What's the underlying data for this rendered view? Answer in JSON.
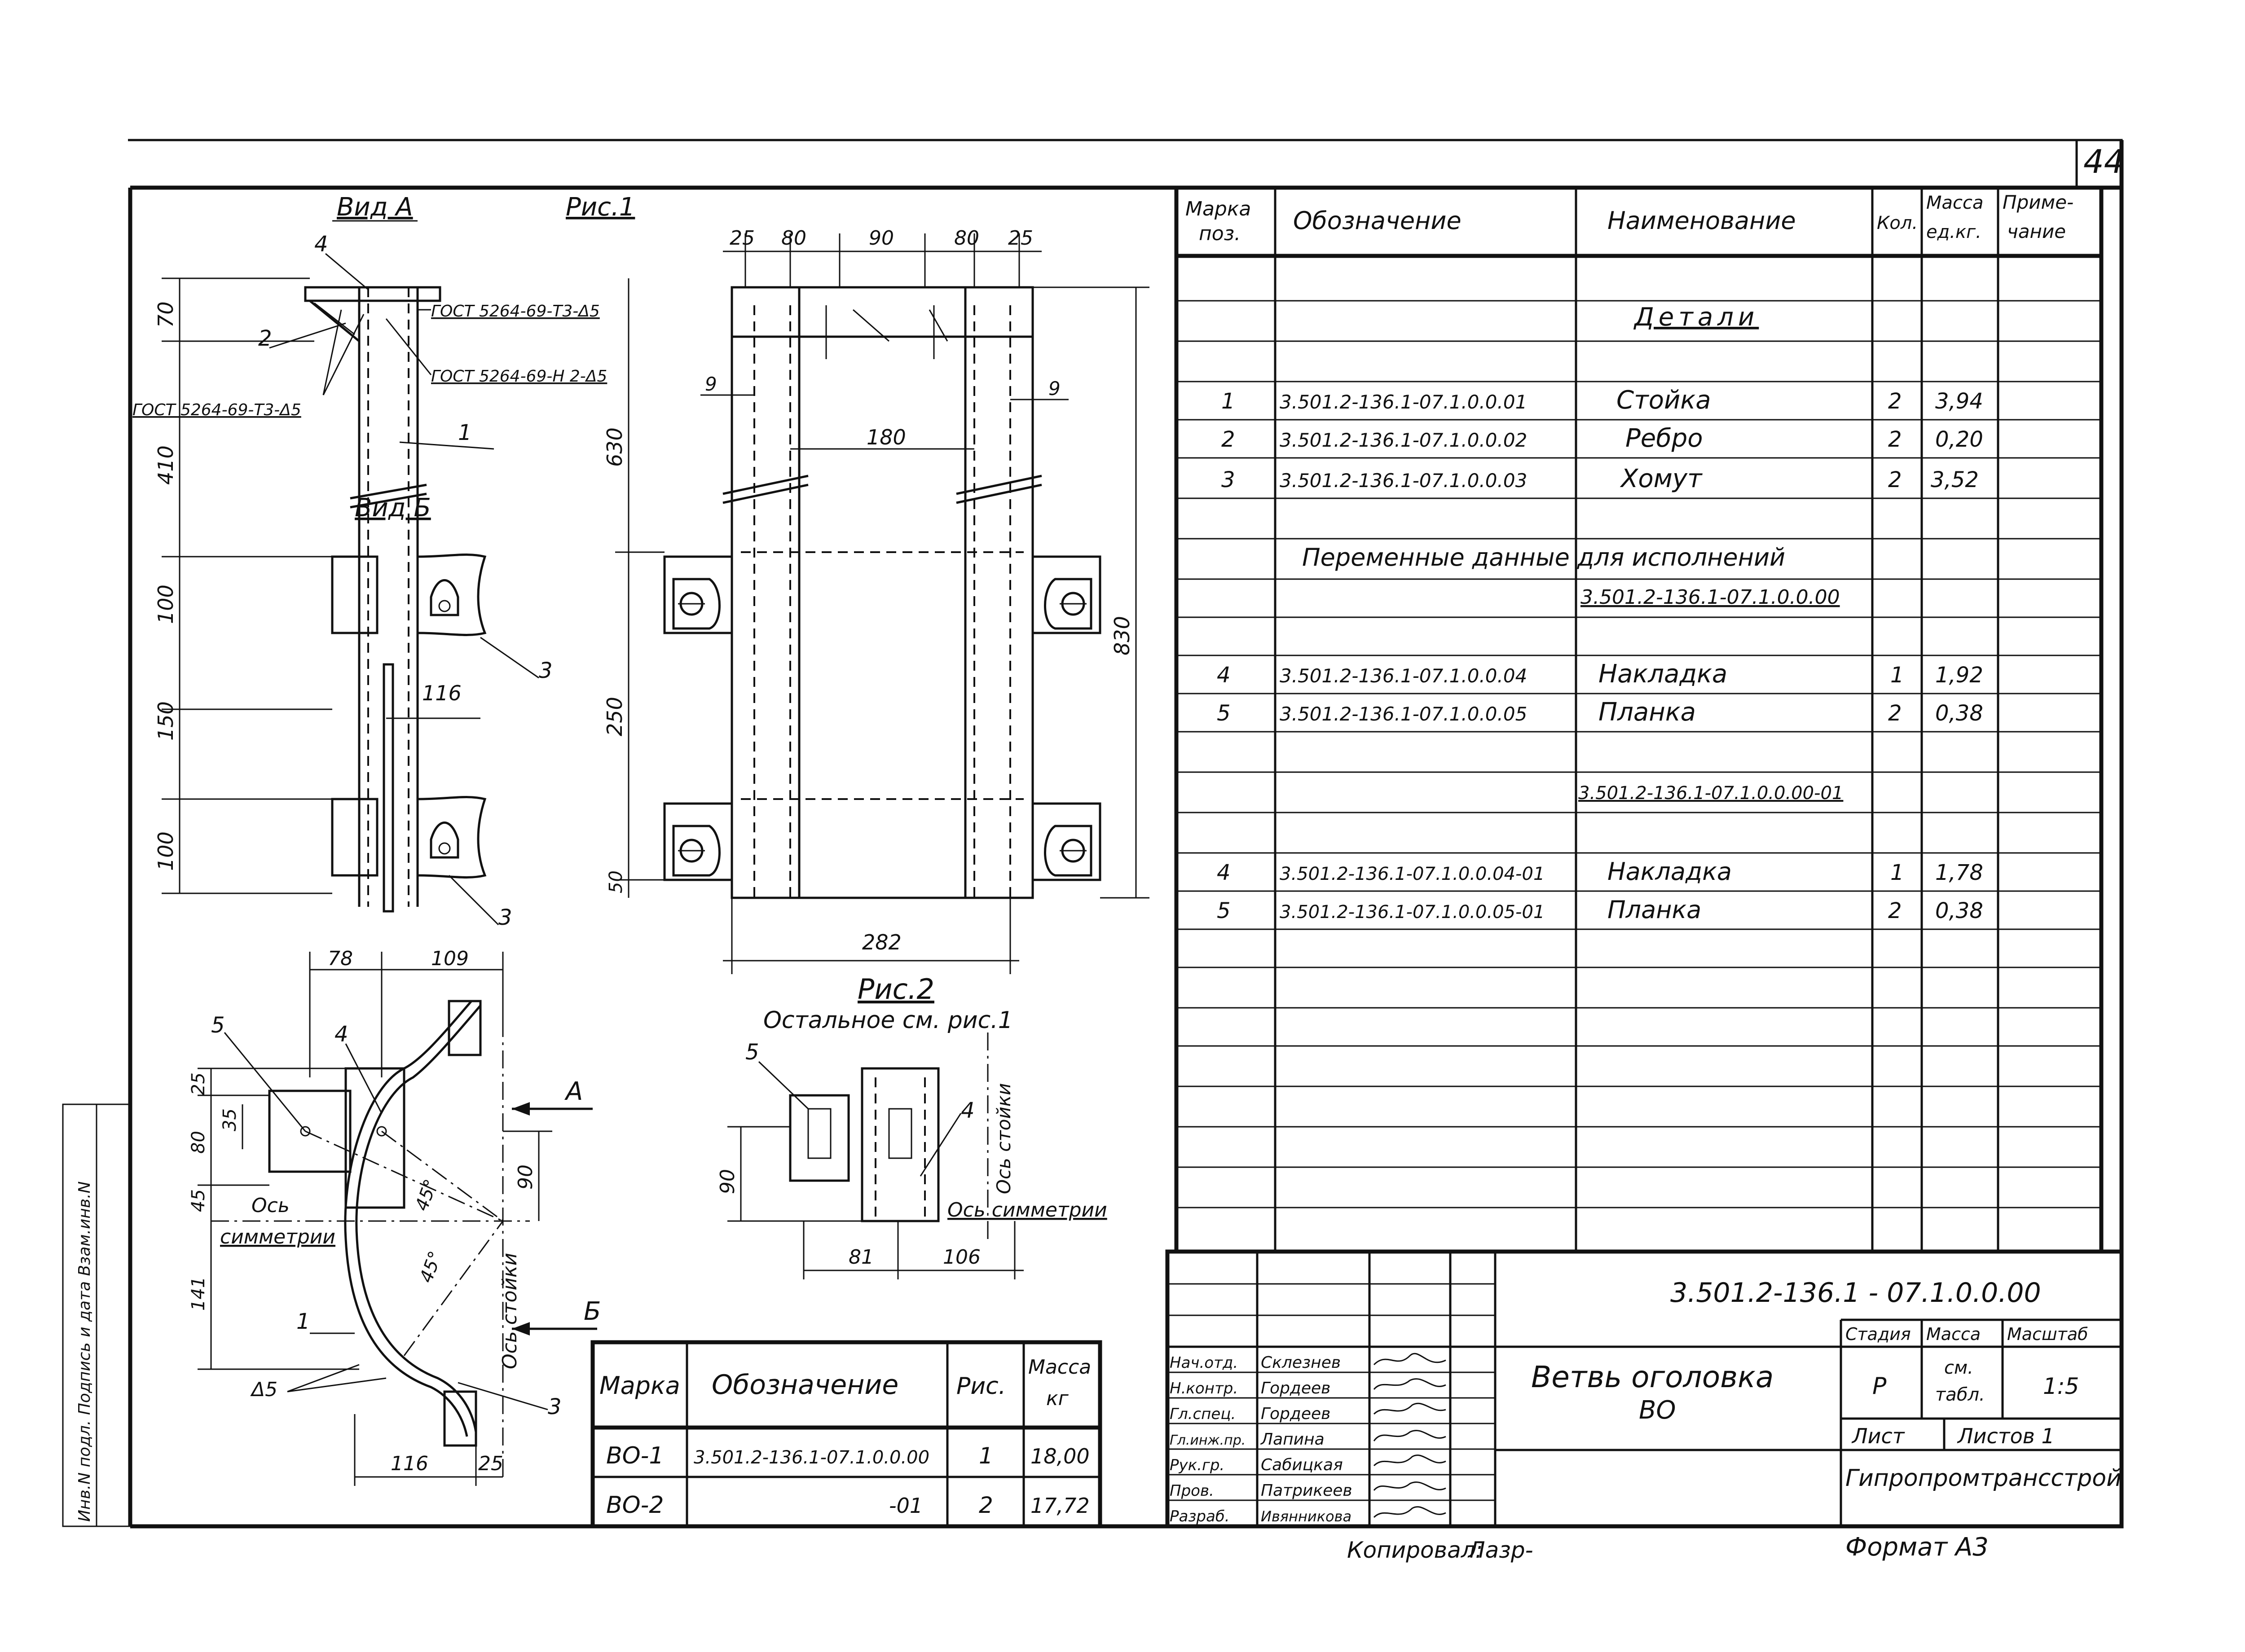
{
  "sheet_number": "44",
  "views": {
    "view_a": "Вид А",
    "view_b": "Вид Б",
    "fig1": "Рис.1",
    "fig2": "Рис.2",
    "fig2_note": "Остальное см. рис.1"
  },
  "weld_notes": [
    "ГОСТ 5264-69-Т3-Δ5",
    "ГОСТ 5264-69-Н 2-Δ5",
    "ГОСТ 5264-69-Т3-Δ5"
  ],
  "axis_labels": {
    "column_axis": "Ось стойки",
    "symmetry_axis": "Ось симметрии",
    "symmetry_axis_left": [
      "Ось",
      "симметрии"
    ]
  },
  "arrows": {
    "a": "А",
    "b": "Б"
  },
  "angles": [
    "45°",
    "45°"
  ],
  "weld_symbol": "Δ5",
  "positions": [
    "1",
    "2",
    "3",
    "4",
    "5"
  ],
  "dims": {
    "view_a_left": [
      "70",
      "410",
      "100",
      "150",
      "100"
    ],
    "view_a_116": "116",
    "fig1_top": [
      "25",
      "80",
      "90",
      "80",
      "25"
    ],
    "fig1_left": [
      "630",
      "250",
      "50"
    ],
    "fig1_right": "830",
    "fig1_9": "9",
    "fig1_180": "180",
    "fig1_282": "282",
    "section_top": [
      "78",
      "109"
    ],
    "section_left": [
      "25",
      "80",
      "35",
      "45",
      "141"
    ],
    "section_right": "90",
    "section_bottom": [
      "116",
      "25"
    ],
    "fig2_left": "90",
    "fig2_bottom": [
      "81",
      "106"
    ]
  },
  "spec_table": {
    "headers": [
      "Марка поз.",
      "Обозначение",
      "Наименование",
      "Кол.",
      "Масса ед.кг.",
      "Приме-чание"
    ],
    "section_details": "Детали",
    "rows_details": [
      {
        "pos": "1",
        "code": "3.501.2-136.1-07.1.0.0.01",
        "name": "Стойка",
        "qty": "2",
        "mass": "3,94"
      },
      {
        "pos": "2",
        "code": "3.501.2-136.1-07.1.0.0.02",
        "name": "Ребро",
        "qty": "2",
        "mass": "0,20"
      },
      {
        "pos": "3",
        "code": "3.501.2-136.1-07.1.0.0.03",
        "name": "Хомут",
        "qty": "2",
        "mass": "3,52"
      }
    ],
    "variable_title": "Переменные данные для исполнений",
    "variant1_code": "3.501.2-136.1-07.1.0.0.00",
    "rows_variant1": [
      {
        "pos": "4",
        "code": "3.501.2-136.1-07.1.0.0.04",
        "name": "Накладка",
        "qty": "1",
        "mass": "1,92"
      },
      {
        "pos": "5",
        "code": "3.501.2-136.1-07.1.0.0.05",
        "name": "Планка",
        "qty": "2",
        "mass": "0,38"
      }
    ],
    "variant2_code": "3.501.2-136.1-07.1.0.0.00-01",
    "rows_variant2": [
      {
        "pos": "4",
        "code": "3.501.2-136.1-07.1.0.0.04-01",
        "name": "Накладка",
        "qty": "1",
        "mass": "1,78"
      },
      {
        "pos": "5",
        "code": "3.501.2-136.1-07.1.0.0.05-01",
        "name": "Планка",
        "qty": "2",
        "mass": "0,38"
      }
    ]
  },
  "mark_table": {
    "headers": [
      "Марка",
      "Обозначение",
      "Рис.",
      "Масса кг"
    ],
    "rows": [
      {
        "mark": "ВО-1",
        "code": "3.501.2-136.1-07.1.0.0.00",
        "fig": "1",
        "mass": "18,00"
      },
      {
        "mark": "ВО-2",
        "code": "-01",
        "fig": "2",
        "mass": "17,72"
      }
    ]
  },
  "title_block": {
    "doc_code": "3.501.2-136.1 - 07.1.0.0.00",
    "title_line1": "Ветвь оголовка",
    "title_line2": "ВО",
    "stage_hdr": "Стадия",
    "mass_hdr": "Масса",
    "scale_hdr": "Масштаб",
    "stage": "Р",
    "mass_line1": "см.",
    "mass_line2": "табл.",
    "scale": "1:5",
    "sheet_label": "Лист",
    "sheets_label": "Листов 1",
    "org": "Гипропромтрансстрой",
    "signatures": [
      {
        "role": "Нач.отд.",
        "name": "Склезнев"
      },
      {
        "role": "Н.контр.",
        "name": "Гордеев"
      },
      {
        "role": "Гл.спец.",
        "name": "Гордеев"
      },
      {
        "role": "Гл.инж.пр.",
        "name": "Лапина"
      },
      {
        "role": "Рук.гр.",
        "name": "Сабицкая"
      },
      {
        "role": "Пров.",
        "name": "Патрикеев"
      },
      {
        "role": "Разраб.",
        "name": "Ивянникова"
      }
    ]
  },
  "side_stamp": "Инв.N подл. Подпись и дата Взам.инв.N",
  "footer": {
    "copied": "Копировал:",
    "copied_sig": "Лазр-",
    "format": "Формат А3"
  }
}
